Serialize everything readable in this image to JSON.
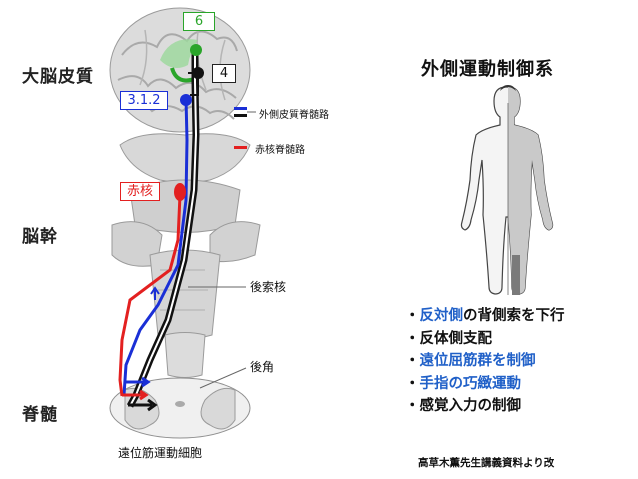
{
  "title": "外側運動制御系",
  "regions": {
    "cortex": "大脳皮質",
    "brainstem": "脳幹",
    "spinal_cord": "脊髄"
  },
  "area_labels": {
    "area6": "6",
    "area4": "4",
    "area312": "3.1.2"
  },
  "legend": {
    "lateral_corticospinal": "外側皮質脊髄路",
    "rubrospinal": "赤核脊髄路"
  },
  "structures": {
    "red_nucleus": "赤核",
    "posterior_funiculus_nucleus": "後索核",
    "posterior_horn": "後角",
    "distal_motor_neuron": "遠位筋運動細胞"
  },
  "bullets": [
    {
      "prefix": "・",
      "highlight": "反対側",
      "rest": "の背側索を下行"
    },
    {
      "prefix": "・",
      "highlight": "",
      "rest": "反体側支配"
    },
    {
      "prefix": "・",
      "highlight": "遠位屈筋群を制御",
      "rest": ""
    },
    {
      "prefix": "・",
      "highlight": "手指の巧緻運動",
      "rest": ""
    },
    {
      "prefix": "・",
      "highlight": "",
      "rest": "感覚入力の制御"
    }
  ],
  "credit": "高草木薫先生講義資料より改",
  "colors": {
    "blue_tract": "#1a2fd6",
    "red_tract": "#e32020",
    "black_tract": "#111111",
    "green_area": "#2aa52a",
    "highlight_text": "#2060c8",
    "anatomy_gray": "#c9c9c9"
  }
}
